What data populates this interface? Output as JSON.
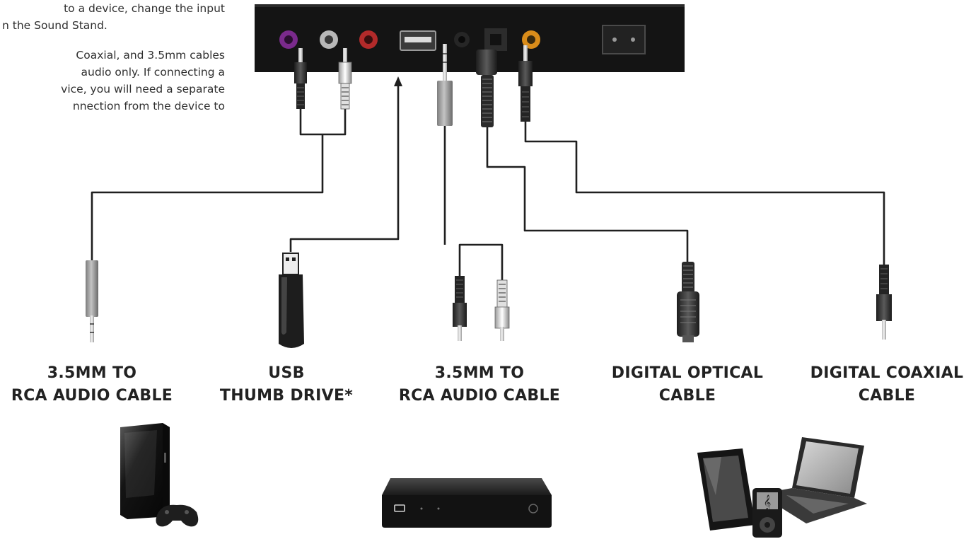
{
  "intro_text": {
    "paragraph1": [
      "to a device, change the input",
      "n the Sound Stand."
    ],
    "paragraph2": [
      "Coaxial, and 3.5mm cables",
      "audio only. If connecting a",
      "vice, you will need a separate",
      "nnection from the device to"
    ]
  },
  "cable_labels": [
    {
      "line1": "3.5MM TO",
      "line2": "RCA AUDIO CABLE"
    },
    {
      "line1": "USB",
      "line2": "THUMB DRIVE*"
    },
    {
      "line1": "3.5MM TO",
      "line2": "RCA AUDIO CABLE"
    },
    {
      "line1": "DIGITAL OPTICAL",
      "line2": "CABLE"
    },
    {
      "line1": "DIGITAL COAXIAL",
      "line2": "CABLE"
    }
  ],
  "icons": {
    "game_console": "game-console-icon",
    "set_top_box": "set-top-box-icon",
    "mobile_devices": "mobile-devices-icon",
    "music_note": "music-note-icon"
  },
  "colors": {
    "panel": "#141414",
    "cable": "#1f1f1f",
    "jack_purple": "#7a2a8c",
    "jack_white": "#b8b8b8",
    "jack_red": "#b32a2a",
    "jack_orange": "#d98c1a",
    "text": "#222222"
  }
}
